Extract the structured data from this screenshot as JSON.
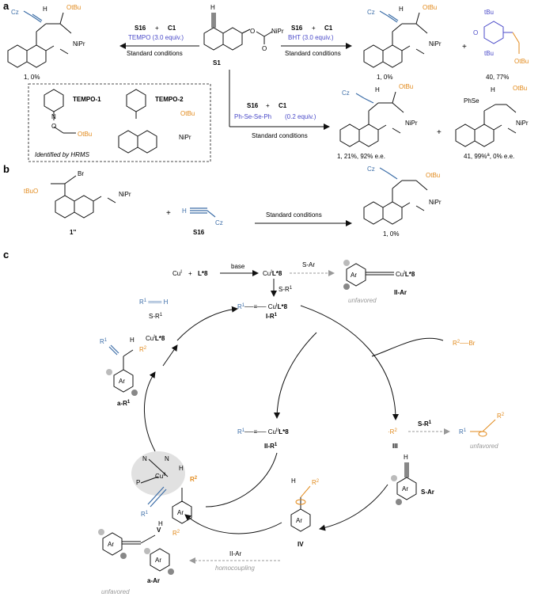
{
  "colors": {
    "orange": "#e28a1c",
    "blue": "#4a4ac8",
    "steelblue": "#3d6ea8",
    "gray": "#999999",
    "black": "#111111",
    "shade": "#d9d9d9"
  },
  "panels": {
    "a": "a",
    "b": "b",
    "c": "c"
  },
  "panel_a": {
    "s1": "S1",
    "tempo_s16": "S16",
    "tempo_plus": "+",
    "tempo_c1": "C1",
    "tempo_reagent": "TEMPO (3.0 equiv.)",
    "tempo_cond": "Standard conditions",
    "tempo_result": "1, 0%",
    "bht_s16": "S16",
    "bht_plus": "+",
    "bht_c1": "C1",
    "bht_reagent": "BHT (3.0 equiv.)",
    "bht_cond": "Standard conditions",
    "bht_result": "1, 0%",
    "bht_plus2": "+",
    "bht_byproduct": "40, 77%",
    "pse_s16": "S16",
    "pse_plus": "+",
    "pse_c1": "C1",
    "pse_reagent": "Ph-Se-Se-Ph",
    "pse_equiv": "(0.2 equiv.)",
    "pse_cond": "Standard conditions",
    "pse_result1": "1, 21%, 92% e.e.",
    "pse_plus2": "+",
    "pse_result2": "41, 99%",
    "pse_result2_sup": "a",
    "pse_result2_tail": ", 0% e.e.",
    "tempo1": "TEMPO-1",
    "tempo2": "TEMPO-2",
    "hrms": "Identified by HRMS",
    "cz": "Cz",
    "tbu": "tBu",
    "obu": "OtBu",
    "npr": "NiPr",
    "phse": "PhSe"
  },
  "panel_b": {
    "sm1": "1''",
    "plus": "+",
    "s16": "S16",
    "cond": "Standard conditions",
    "result": "1, 0%",
    "br": "Br",
    "h": "H",
    "cz": "Cz"
  },
  "panel_c": {
    "cu": "Cu",
    "cu_sup": "I",
    "plus": "+",
    "l8": "L*8",
    "base": "base",
    "cul8": "Cu",
    "s_ar": "S-Ar",
    "s_r1": "S-R",
    "ii_ar": "II-Ar",
    "unfavored": "unfavored",
    "i_r1": "I-R",
    "r2br": "R",
    "a_r1": "a-R",
    "ii_r1": "II-R",
    "iii": "III",
    "v": "V",
    "iv": "IV",
    "a_ar": "a-Ar",
    "homocoupling": "homocoupling",
    "sar_label": "S-Ar"
  }
}
